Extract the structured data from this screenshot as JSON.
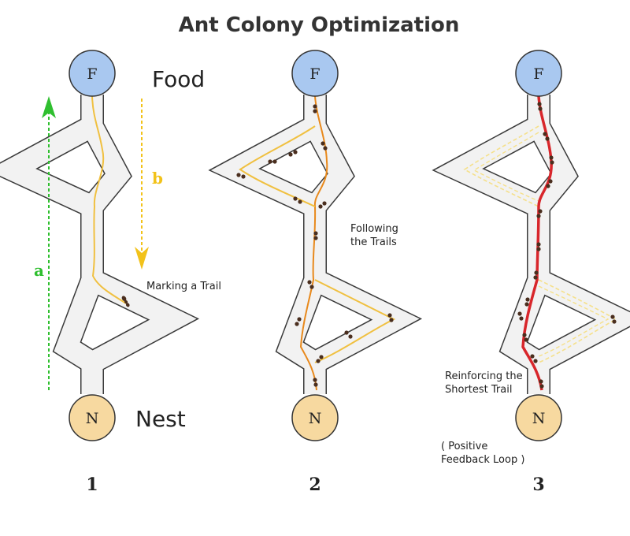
{
  "title": "Ant Colony Optimization",
  "node_food_letter": "F",
  "node_nest_letter": "N",
  "label_food": "Food",
  "label_nest": "Nest",
  "arrow_a_label": "a",
  "arrow_b_label": "b",
  "panels": [
    {
      "number": "1",
      "caption_lines": [
        "Marking a Trail"
      ]
    },
    {
      "number": "2",
      "caption_lines": [
        "Following",
        "the Trails"
      ]
    },
    {
      "number": "3",
      "caption_lines": [
        "Reinforcing the",
        "Shortest Trail"
      ],
      "note_lines": [
        "( Positive",
        "Feedback Loop )"
      ]
    }
  ],
  "colors": {
    "background": "#ffffff",
    "path_fill": "#f2f2f2",
    "path_outline": "#3a3a3a",
    "food_node": "#a9c8f0",
    "nest_node": "#f7d9a0",
    "trail_light": "#f0c040",
    "trail_orange": "#e8891c",
    "trail_red": "#d8262b",
    "trail_faded": "#f5e08a",
    "arrow_green": "#2fbf2f",
    "arrow_yellow": "#f2c21a",
    "ant": "#4a2e1e",
    "text": "#222222"
  }
}
